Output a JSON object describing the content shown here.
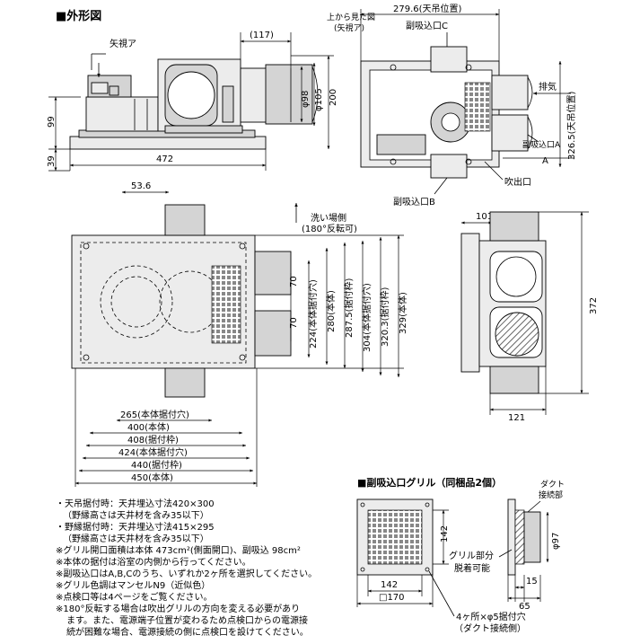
{
  "title": "■外形図",
  "view_top": {
    "label_arrow": "矢視ア",
    "dim_117": "(117)",
    "dim_98": "φ98",
    "dim_105": "φ105",
    "dim_200": "200",
    "dim_99": "99",
    "dim_39": "39",
    "dim_472": "472"
  },
  "view_from_top": {
    "title1": "上から見た図",
    "title2": "(矢視ア)",
    "dim_279": "279.6(天吊位置)",
    "port_c": "副吸込口C",
    "exhaust": "排気",
    "port_a": "副吸込口A",
    "label_a": "A",
    "dim_326": "326.5(天吊位置)",
    "outlet": "吹出口",
    "port_b": "副吸込口B"
  },
  "view_plan": {
    "dim_536": "53.6",
    "wash_side": "洗い場側",
    "reversible": "(180°反転可)",
    "dim_70a": "70",
    "dim_70b": "70",
    "dim_224": "224(本体据付穴)",
    "dim_280": "280(本体)",
    "dim_2875": "287.5(据付枠)",
    "dim_304": "304(本体据付穴)",
    "dim_3203": "320.3(据付枠)",
    "dim_329": "329(本体)",
    "dim_265": "265(本体据付穴)",
    "dim_400": "400(本体)",
    "dim_408": "408(据付枠)",
    "dim_424": "424(本体据付穴)",
    "dim_440": "440(据付枠)",
    "dim_450": "450(本体)"
  },
  "view_side": {
    "dim_101": "101",
    "dim_372": "372",
    "dim_121": "121"
  },
  "notes": [
    "・天吊据付時：天井埋込寸法420×300",
    "（野縁高さは天井材を含み35以下）",
    "・野縁据付時：天井埋込寸法415×295",
    "（野縁高さは天井材を含み35以下）",
    "※グリル開口面積は本体 473cm²(側面開口)、副吸込 98cm²",
    "※本体の据付は浴室の内側から行ってください。",
    "※副吸込口はA,B,Cのうち、いずれか2ヶ所を選択してください。",
    "※グリル色調はマンセルN9（近似色）",
    "※点検口等は4ページをご覧ください。",
    "※180°反転する場合は吹出グリルの方向を変える必要があり",
    "ます。また、電源端子位置が変わるため点検口からの電源接",
    "続が困難な場合、電源接続の側に点検口を設けてください。"
  ],
  "grille": {
    "title": "■副吸込口グリル（同梱品2個）",
    "duct_conn_1": "ダクト",
    "duct_conn_2": "接続部",
    "dim_142v": "142",
    "dim_142h": "142",
    "dim_170": "□170",
    "grille_part_1": "グリル部分",
    "grille_part_2": "脱着可能",
    "dim_97": "φ97",
    "dim_15": "15",
    "dim_65": "65",
    "holes_1": "4ヶ所×φ5据付穴",
    "holes_2": "（ダクト接続側）"
  }
}
